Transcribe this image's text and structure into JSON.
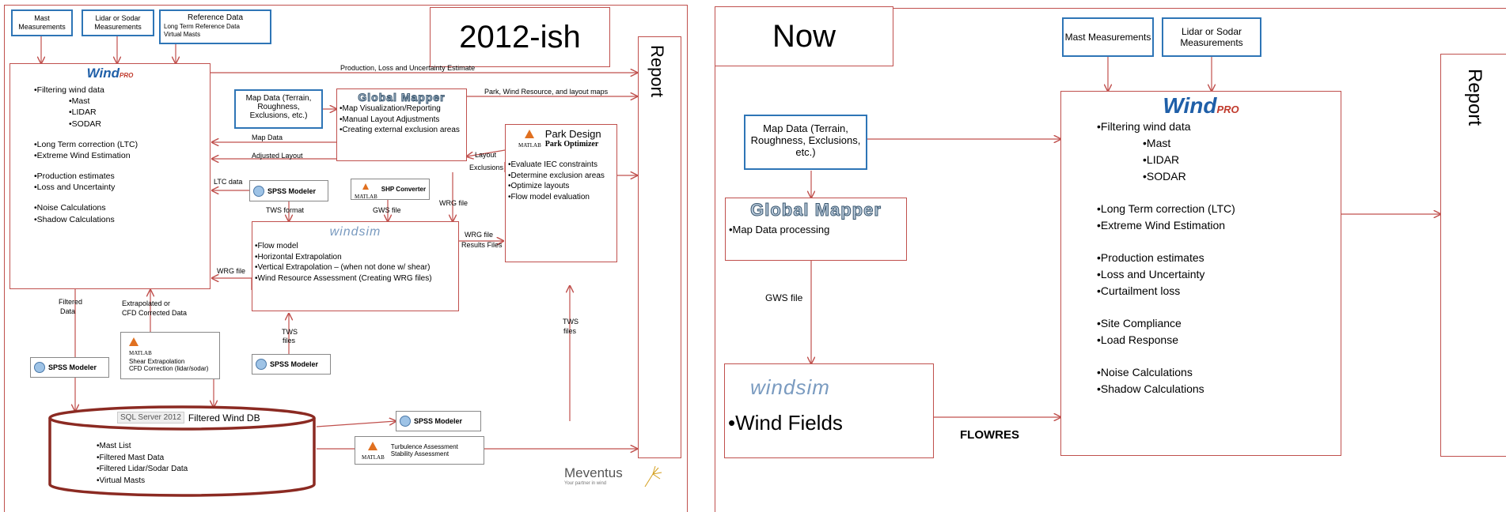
{
  "left": {
    "title": "2012-ish",
    "report": "Report",
    "mast": "Mast Measurements",
    "lidar": "Lidar or Sodar Measurements",
    "reference": {
      "title": "Reference Data",
      "line1": "Long Term Reference Data",
      "line2": "Virtual Masts"
    },
    "windpro": {
      "logo_main": "Wind",
      "logo_sub": "PRO",
      "items": [
        "•Filtering wind data",
        "•Mast",
        "•LIDAR",
        "•SODAR",
        "•Long Term correction (LTC)",
        "•Extreme Wind Estimation",
        "•Production estimates",
        "•Loss and Uncertainty",
        "•Noise Calculations",
        "•Shadow Calculations"
      ]
    },
    "mapdata": "Map Data (Terrain, Roughness, Exclusions, etc.)",
    "globalmapper": {
      "logo": "Global Mapper",
      "items": [
        "•Map Visualization/Reporting",
        "•Manual Layout Adjustments",
        "•Creating external exclusion areas"
      ]
    },
    "park": {
      "title": "Park Design",
      "subtitle": "Park Optimizer",
      "items": [
        "•Evaluate IEC constraints",
        "•Determine exclusion areas",
        "•Optimize layouts",
        "•Flow model evaluation"
      ]
    },
    "windsim": {
      "logo": "windsim",
      "items": [
        "•Flow model",
        "•Horizontal Extrapolation",
        "•Vertical Extrapolation – (when not done w/ shear)",
        "•Wind Resource Assessment (Creating WRG files)"
      ]
    },
    "spss": "SPSS Modeler",
    "shp": "SHP Converter",
    "matlab": "MATLAB",
    "shear": {
      "line1": "Shear Extrapolation",
      "line2": "CFD Correction (lidar/sodar)"
    },
    "turbulence": {
      "line1": "Turbulence Assessment",
      "line2": "Stability Assessment"
    },
    "db": {
      "sql": "SQL Server 2012",
      "title": "Filtered Wind DB",
      "items": [
        "•Mast List",
        "•Filtered Mast Data",
        "•Filtered Lidar/Sodar Data",
        "•Virtual Masts"
      ]
    },
    "meventus": {
      "name": "Meventus",
      "tagline": "Your partner in wind"
    },
    "labels": {
      "prod_loss": "Production, Loss and Uncertainty Estimate",
      "park_maps": "Park, Wind Resource, and layout maps",
      "map_data": "Map Data",
      "adjusted_layout": "Adjusted Layout",
      "layout": "Layout",
      "exclusions": "Exclusions",
      "ltc_data": "LTC data",
      "tws_format": "TWS format",
      "gws_file": "GWS file",
      "wrg_file": "WRG file",
      "results_files": "Results Files",
      "filtered": "Filtered",
      "data": "Data",
      "extrap": "Extrapolated or",
      "cfd_corr": "CFD Corrected Data",
      "tws": "TWS",
      "files": "files"
    }
  },
  "right": {
    "title": "Now",
    "report": "Report",
    "mast": "Mast Measurements",
    "lidar": "Lidar or Sodar Measurements",
    "mapdata": "Map Data (Terrain, Roughness, Exclusions, etc.)",
    "globalmapper": {
      "logo": "Global Mapper",
      "item": "•Map Data processing"
    },
    "gws": "GWS file",
    "windsim": {
      "logo": "windsim",
      "item": "•Wind Fields"
    },
    "flowres": "FLOWRES",
    "windpro": {
      "logo_main": "Wind",
      "logo_sub": "PRO",
      "items": [
        "•Filtering wind data",
        "•Mast",
        "•LIDAR",
        "•SODAR",
        "•Long Term correction (LTC)",
        "•Extreme Wind Estimation",
        "•Production estimates",
        "•Loss and Uncertainty",
        "•Curtailment loss",
        "•Site Compliance",
        "•Load Response",
        "•Noise Calculations",
        "•Shadow Calculations"
      ]
    }
  },
  "colors": {
    "red": "#c0504d",
    "blue": "#2e75b6",
    "db": "#8b2a22"
  }
}
